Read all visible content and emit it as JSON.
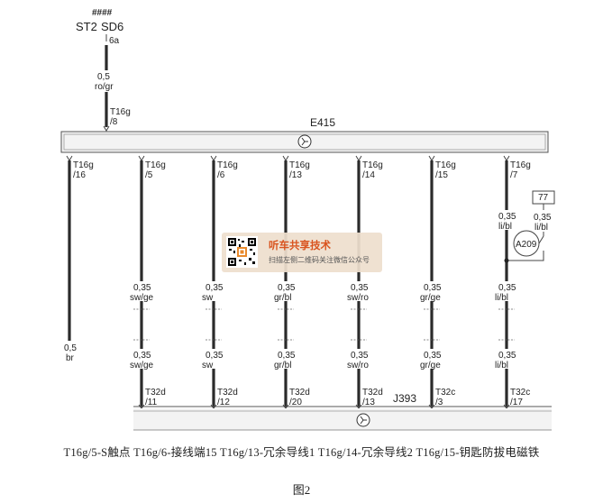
{
  "top": {
    "hash": "####",
    "st2": "ST2",
    "sd6": "SD6",
    "pin": "6a",
    "wire_size": "0,5",
    "wire_color": "ro/gr",
    "conn": "T16g",
    "conn_pin": "/8"
  },
  "e415": {
    "label": "E415"
  },
  "j393": {
    "label": "J393"
  },
  "branches": [
    {
      "conn": "T16g",
      "pin": "/16",
      "size": "0,5",
      "color": "br"
    },
    {
      "conn": "T16g",
      "pin": "/5",
      "size1": "0,35",
      "color1": "sw/ge",
      "size2": "0,35",
      "color2": "sw/ge",
      "bconn": "T32d",
      "bpin": "/11"
    },
    {
      "conn": "T16g",
      "pin": "/6",
      "size1": "0,35",
      "color1": "sw",
      "size2": "0,35",
      "color2": "sw",
      "bconn": "T32d",
      "bpin": "/12"
    },
    {
      "conn": "T16g",
      "pin": "/13",
      "size1": "0,35",
      "color1": "gr/bl",
      "size2": "0,35",
      "color2": "gr/bl",
      "bconn": "T32d",
      "bpin": "/20"
    },
    {
      "conn": "T16g",
      "pin": "/14",
      "size1": "0,35",
      "color1": "sw/ro",
      "size2": "0,35",
      "color2": "sw/ro",
      "bconn": "T32d",
      "bpin": "/13"
    },
    {
      "conn": "T16g",
      "pin": "/15",
      "size1": "0,35",
      "color1": "gr/ge",
      "size2": "0,35",
      "color2": "gr/ge",
      "bconn": "T32c",
      "bpin": "/3"
    },
    {
      "conn": "T16g",
      "pin": "/7",
      "size0": "0,35",
      "color0": "li/bl",
      "size1": "0,35",
      "color1": "li/bl",
      "size2": "0,35",
      "color2": "li/bl",
      "bconn": "T32c",
      "bpin": "/17"
    }
  ],
  "a209": {
    "label": "A209",
    "ref": "77",
    "size": "0,35",
    "color": "li/bl"
  },
  "watermark": {
    "title": "听车共享技术",
    "subtitle": "扫描左侧二维码关注微信公众号"
  },
  "caption": "T16g/5-S触点  T16g/6-接线端15  T16g/13-冗余导线1  T16g/14-冗余导线2  T16g/15-钥匙防拔电磁铁",
  "figure": "图2"
}
